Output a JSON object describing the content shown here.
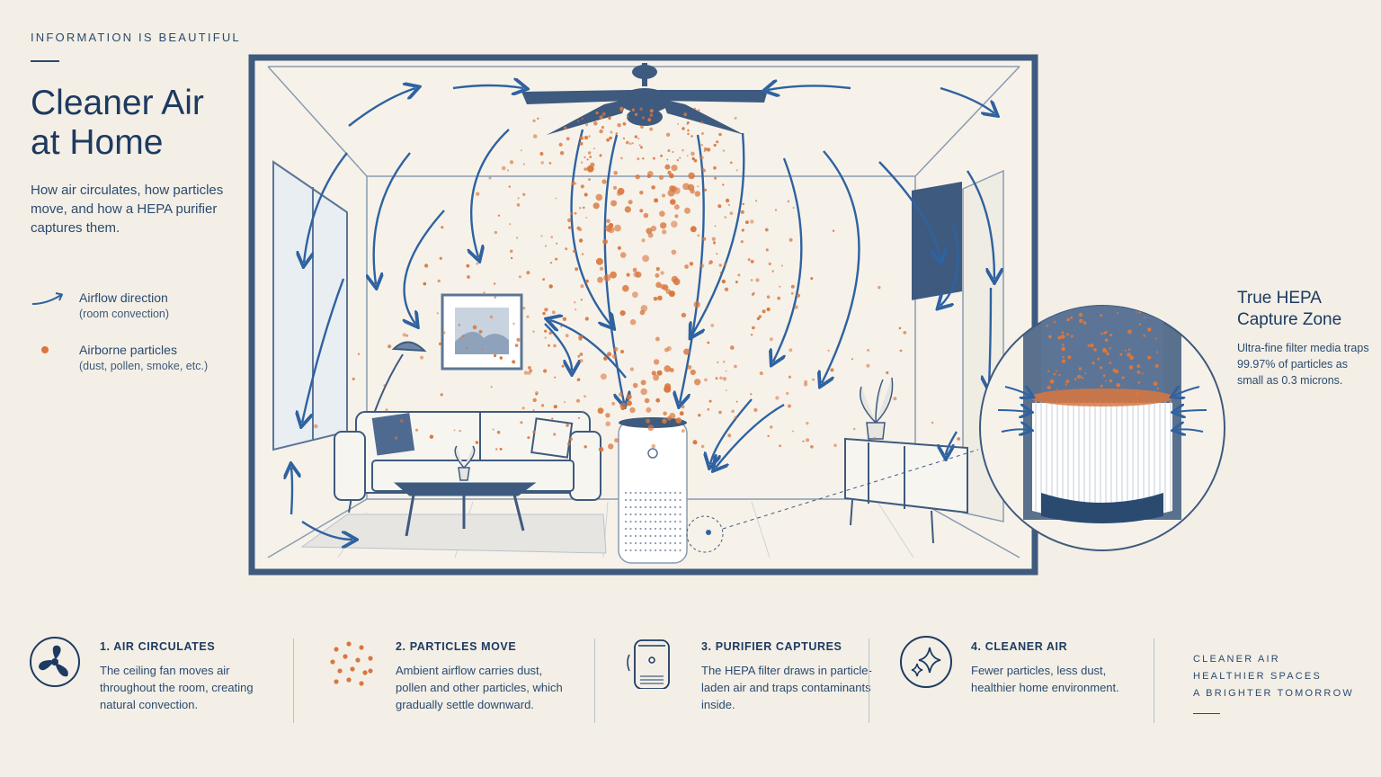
{
  "header": {
    "brand": "INFORMATION IS BEAUTIFUL",
    "title_line1": "Cleaner Air",
    "title_line2": "at Home",
    "subtitle": "How air circulates, how particles move, and how a HEPA purifier captures them."
  },
  "legend": [
    {
      "icon": "arrow-icon",
      "label": "Airflow direction",
      "sublabel": "(room convection)"
    },
    {
      "icon": "particle-dot-icon",
      "label": "Airborne particles",
      "sublabel": "(dust, pollen, smoke, etc.)"
    }
  ],
  "callout": {
    "title_line1": "True HEPA",
    "title_line2": "Capture Zone",
    "description": "Ultra-fine filter media traps 99.97% of particles as small as 0.3 microns."
  },
  "steps": [
    {
      "icon": "fan-icon",
      "heading": "1. AIR CIRCULATES",
      "text": "The ceiling fan moves air throughout the room, creating natural convection."
    },
    {
      "icon": "particles-icon",
      "heading": "2. PARTICLES MOVE",
      "text": "Ambient airflow carries dust, pollen and other particles, which gradually settle downward."
    },
    {
      "icon": "purifier-icon",
      "heading": "3. PURIFIER CAPTURES",
      "text": "The HEPA filter draws in particle-laden air and traps contaminants inside."
    },
    {
      "icon": "sparkle-icon",
      "heading": "4. CLEANER AIR",
      "text": "Fewer particles, less dust, healthier home environment."
    }
  ],
  "tagline": [
    "CLEANER AIR",
    "HEALTHIER SPACES",
    "A BRIGHTER TOMORROW"
  ],
  "colors": {
    "navy": "#1d3a61",
    "airflow_blue": "#2f62a0",
    "particle_orange": "#d9773f",
    "background": "#f3efe6"
  }
}
